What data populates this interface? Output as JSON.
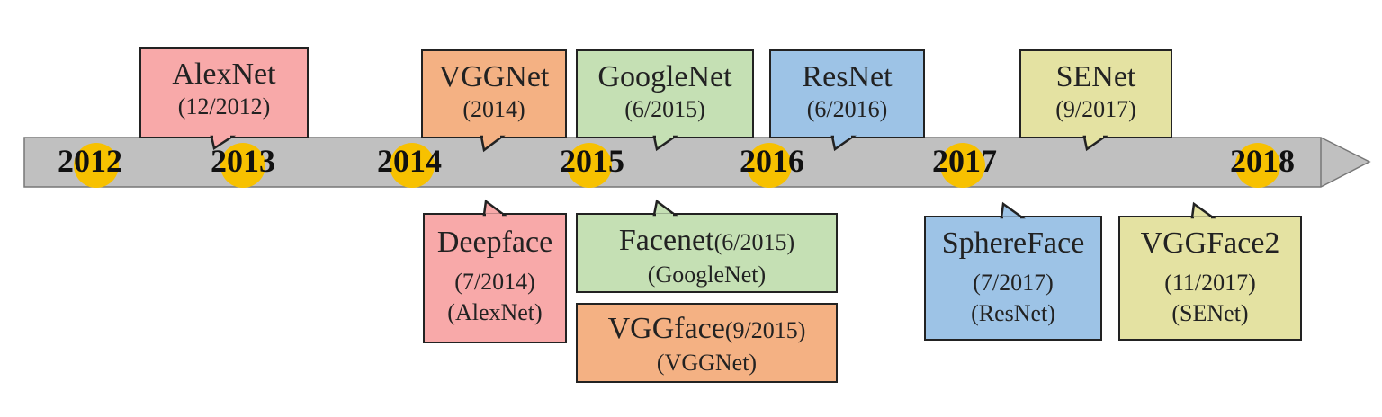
{
  "colors": {
    "bar": "#c0c0c0",
    "marker": "#f7c100",
    "pink": "#f8a9a9",
    "orange": "#f4b183",
    "green": "#c5e0b4",
    "blue": "#9dc3e6",
    "khaki": "#e4e2a2"
  },
  "years": [
    "2012",
    "2013",
    "2014",
    "2015",
    "2016",
    "2017",
    "2018"
  ],
  "top": [
    {
      "title": "AlexNet",
      "date": "(12/2012)"
    },
    {
      "title": "VGGNet",
      "date": "(2014)"
    },
    {
      "title": "GoogleNet",
      "date": "(6/2015)"
    },
    {
      "title": "ResNet",
      "date": "(6/2016)"
    },
    {
      "title": "SENet",
      "date": "(9/2017)"
    }
  ],
  "bottom": [
    {
      "title": "Deepface",
      "date": "(7/2014)",
      "base": "(AlexNet)"
    },
    {
      "title": "Facenet",
      "date": "(6/2015)",
      "base": "(GoogleNet)"
    },
    {
      "title": "VGGface",
      "date": "(9/2015)",
      "base": "(VGGNet)"
    },
    {
      "title": "SphereFace",
      "date": "(7/2017)",
      "base": "(ResNet)"
    },
    {
      "title": "VGGFace2",
      "date": "(11/2017)",
      "base": "(SENet)"
    }
  ]
}
